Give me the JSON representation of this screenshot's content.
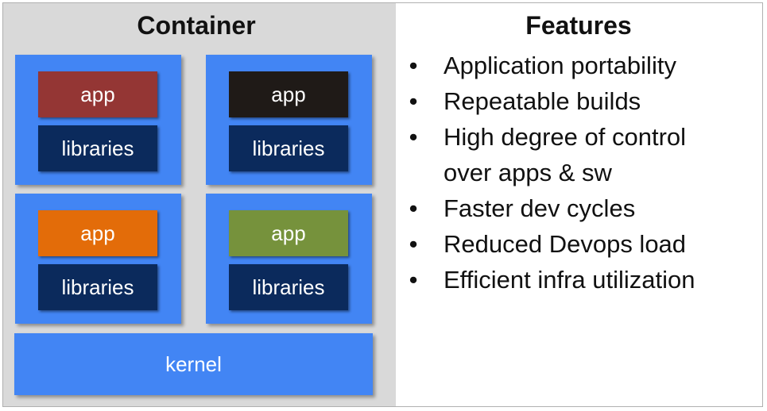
{
  "container": {
    "title": "Container",
    "stacks": [
      {
        "app_label": "app",
        "libs_label": "libraries",
        "app_color": "#943634"
      },
      {
        "app_label": "app",
        "libs_label": "libraries",
        "app_color": "#1f1a17"
      },
      {
        "app_label": "app",
        "libs_label": "libraries",
        "app_color": "#e36c09"
      },
      {
        "app_label": "app",
        "libs_label": "libraries",
        "app_color": "#76923c"
      }
    ],
    "kernel_label": "kernel"
  },
  "features": {
    "title": "Features",
    "items": [
      {
        "line1": "Application portability",
        "line2": ""
      },
      {
        "line1": "Repeatable builds",
        "line2": ""
      },
      {
        "line1": "High degree of control",
        "line2": "over apps & sw"
      },
      {
        "line1": "Faster dev cycles",
        "line2": ""
      },
      {
        "line1": "Reduced Devops load",
        "line2": ""
      },
      {
        "line1": "Efficient infra utilization",
        "line2": ""
      }
    ]
  },
  "colors": {
    "container_blue": "#4285f4",
    "libraries_navy": "#0b2a5c",
    "panel_gray": "#d9d9d9"
  }
}
